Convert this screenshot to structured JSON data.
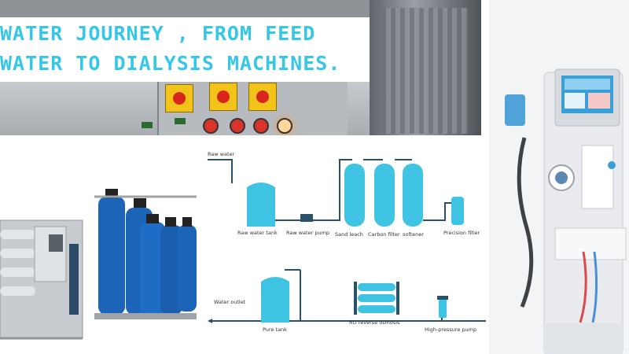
{
  "title": {
    "line1": " WATER JOURNEY , FROM FEED",
    "line2": "WATER TO DIALYSIS MACHINES."
  },
  "colors": {
    "title_text": "#35c6e8",
    "tank": "#3fc3e3",
    "pipe": "#2b5168",
    "switch": "#f2c318",
    "ro_vessel": "#1c64b8"
  },
  "diagram": {
    "raw_water": "Raw water",
    "raw_water_tank": "Raw water tank",
    "raw_water_pump": "Raw water pump",
    "sand_leach": "Sand leach",
    "carbon_filter": "Carbon filter",
    "softener": "softener",
    "precision_filter": "Precision filter",
    "water_outlet": "Water outlet",
    "pure_tank": "Pure tank",
    "ro_reverse_osmosis": "RO reverse osmosis",
    "high_pressure_pump": "High-pressure pump"
  }
}
